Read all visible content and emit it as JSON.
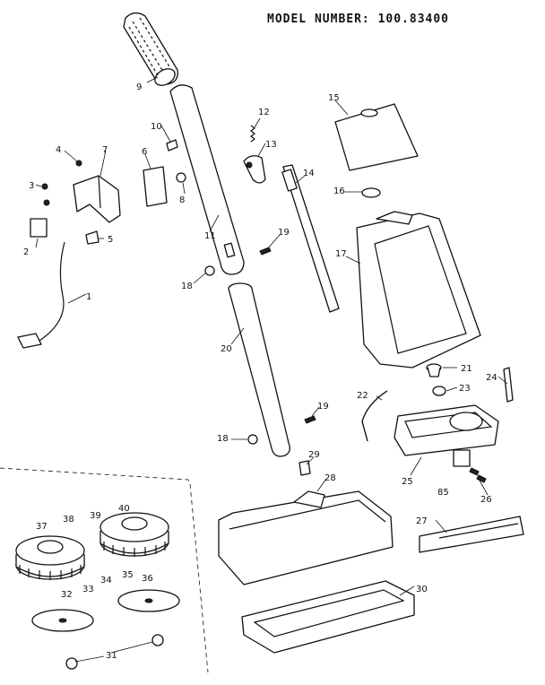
{
  "header": {
    "model_number": "MODEL NUMBER: 100.83400"
  },
  "callouts": [
    "1",
    "2",
    "3",
    "4",
    "5",
    "6",
    "7",
    "8",
    "9",
    "10",
    "11",
    "12",
    "13",
    "14",
    "15",
    "16",
    "17",
    "18",
    "19",
    "20",
    "21",
    "22",
    "23",
    "24",
    "25",
    "26",
    "27",
    "28",
    "29",
    "30",
    "31",
    "32",
    "33",
    "34",
    "35",
    "36",
    "37",
    "38",
    "39",
    "40",
    "18",
    "19",
    "85"
  ]
}
